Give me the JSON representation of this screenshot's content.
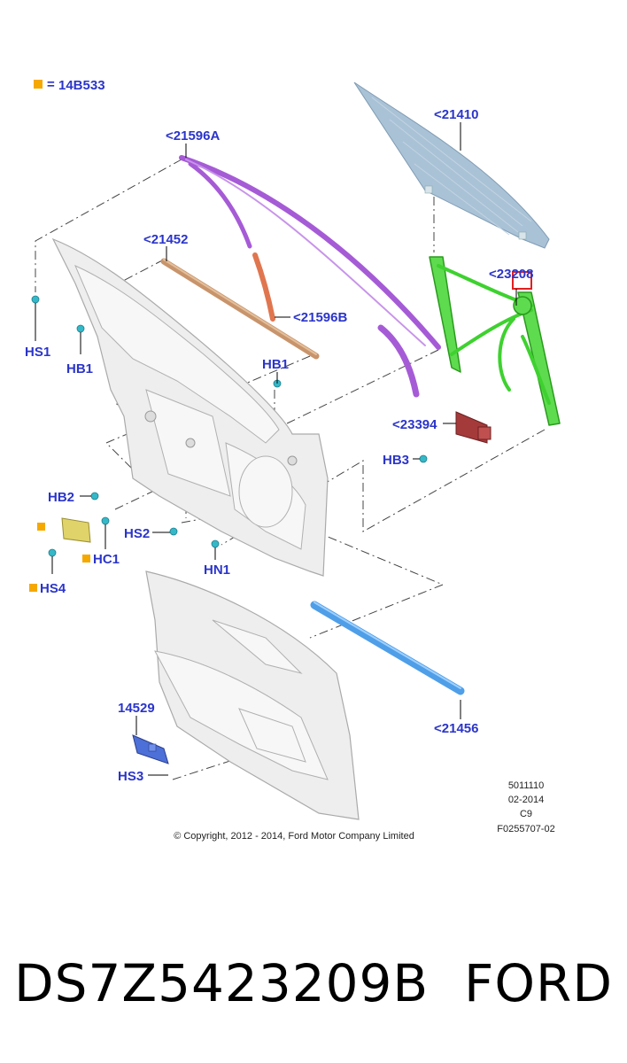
{
  "legend": {
    "marker_color": "#f5a800",
    "text": "14B533"
  },
  "callouts": {
    "c21410": "<21410",
    "c21596A": "<21596A",
    "c21452": "<21452",
    "c21596B": "<21596B",
    "c23208": "<23208",
    "c23394": "<23394",
    "c21456": "<21456",
    "c14529": "14529",
    "HS1": "HS1",
    "HB1a": "HB1",
    "HB1b": "HB1",
    "HB2": "HB2",
    "HB3": "HB3",
    "HS2": "HS2",
    "HC1": "HC1",
    "HS4": "HS4",
    "HN1": "HN1",
    "HS3": "HS3"
  },
  "meta": {
    "line1": "5011110",
    "line2": "02-2014",
    "line3": "C9",
    "line4": "F0255707-02"
  },
  "copyright": "© Copyright, 2012 - 2014, Ford Motor Company Limited",
  "footer": {
    "part_number": "DS7Z5423209B",
    "brand": "FORD"
  },
  "colors": {
    "callout_text": "#2b35c9",
    "glass": "#a9c2d6",
    "regulator": "#3ed12f",
    "run_channel": "#a65bd6",
    "inner_seal": "#c8946b",
    "division_bar": "#e0764f",
    "outer_weatherstrip": "#4f9ee8",
    "motor": "#a53a3a",
    "switch": "#4d6fd8",
    "module_yellow": "#e0d36a",
    "highlight_box": "#e02020"
  }
}
